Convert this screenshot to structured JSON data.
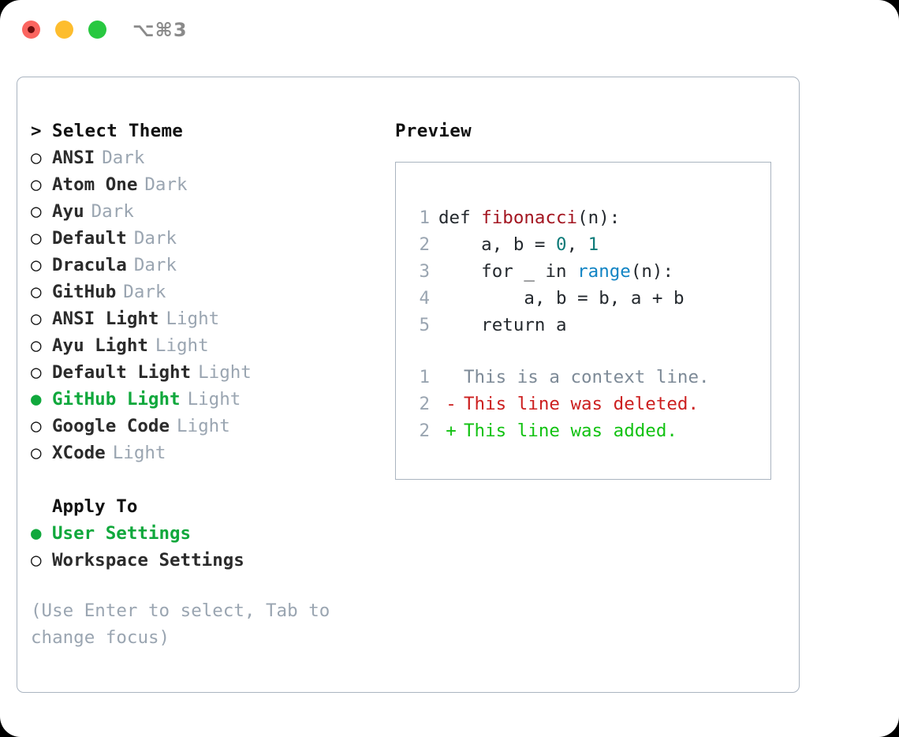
{
  "window": {
    "shortcut": "⌥⌘3",
    "traffic_lights": [
      {
        "name": "close",
        "color": "#fb6560"
      },
      {
        "name": "minimize",
        "color": "#fdbd2e"
      },
      {
        "name": "maximize",
        "color": "#28c840"
      }
    ]
  },
  "theme_picker": {
    "header": {
      "marker": ">",
      "label": "Select Theme"
    },
    "items": [
      {
        "marker": "○",
        "label": "ANSI",
        "tag": "Dark",
        "selected": false
      },
      {
        "marker": "○",
        "label": "Atom One",
        "tag": "Dark",
        "selected": false
      },
      {
        "marker": "○",
        "label": "Ayu",
        "tag": "Dark",
        "selected": false
      },
      {
        "marker": "○",
        "label": "Default",
        "tag": "Dark",
        "selected": false
      },
      {
        "marker": "○",
        "label": "Dracula",
        "tag": "Dark",
        "selected": false
      },
      {
        "marker": "○",
        "label": "GitHub",
        "tag": "Dark",
        "selected": false
      },
      {
        "marker": "○",
        "label": "ANSI Light",
        "tag": "Light",
        "selected": false
      },
      {
        "marker": "○",
        "label": "Ayu Light",
        "tag": "Light",
        "selected": false
      },
      {
        "marker": "○",
        "label": "Default Light",
        "tag": "Light",
        "selected": false
      },
      {
        "marker": "●",
        "label": "GitHub Light",
        "tag": "Light",
        "selected": true
      },
      {
        "marker": "○",
        "label": "Google Code",
        "tag": "Light",
        "selected": false
      },
      {
        "marker": "○",
        "label": "XCode",
        "tag": "Light",
        "selected": false
      }
    ]
  },
  "apply_to": {
    "header": {
      "marker": " ",
      "label": "Apply To"
    },
    "options": [
      {
        "marker": "●",
        "label": "User Settings",
        "selected": true
      },
      {
        "marker": "○",
        "label": "Workspace Settings",
        "selected": false
      }
    ]
  },
  "hint": "(Use Enter to select, Tab to change focus)",
  "preview": {
    "title": "Preview",
    "code_lines": [
      {
        "no": "1",
        "segments": [
          {
            "text": "def ",
            "token": "plain"
          },
          {
            "text": "fibonacci",
            "token": "fn"
          },
          {
            "text": "(n):",
            "token": "plain"
          }
        ]
      },
      {
        "no": "2",
        "segments": [
          {
            "text": "    a, b = ",
            "token": "plain"
          },
          {
            "text": "0",
            "token": "num"
          },
          {
            "text": ", ",
            "token": "plain"
          },
          {
            "text": "1",
            "token": "num"
          }
        ]
      },
      {
        "no": "3",
        "segments": [
          {
            "text": "    for _ in ",
            "token": "plain"
          },
          {
            "text": "range",
            "token": "call"
          },
          {
            "text": "(n):",
            "token": "plain"
          }
        ]
      },
      {
        "no": "4",
        "segments": [
          {
            "text": "        a, b = b, a + b",
            "token": "plain"
          }
        ]
      },
      {
        "no": "5",
        "segments": [
          {
            "text": "    return a",
            "token": "plain"
          }
        ]
      }
    ],
    "diff_lines": [
      {
        "no": "1",
        "sign": " ",
        "text": "This is a context line.",
        "kind": "context"
      },
      {
        "no": "2",
        "sign": "-",
        "text": "This line was deleted.",
        "kind": "deleted"
      },
      {
        "no": "2",
        "sign": "+",
        "text": "This line was added.",
        "kind": "added"
      }
    ]
  },
  "colors": {
    "selected_green": "#10a83c",
    "tag_gray": "#9aa5b1",
    "border": "#aab4c0",
    "syntax_function": "#a31621",
    "syntax_number": "#0b7a78",
    "syntax_call": "#1184c4",
    "diff_deleted": "#cc1f1f",
    "diff_added": "#12c212",
    "diff_context": "#7d8a97"
  }
}
